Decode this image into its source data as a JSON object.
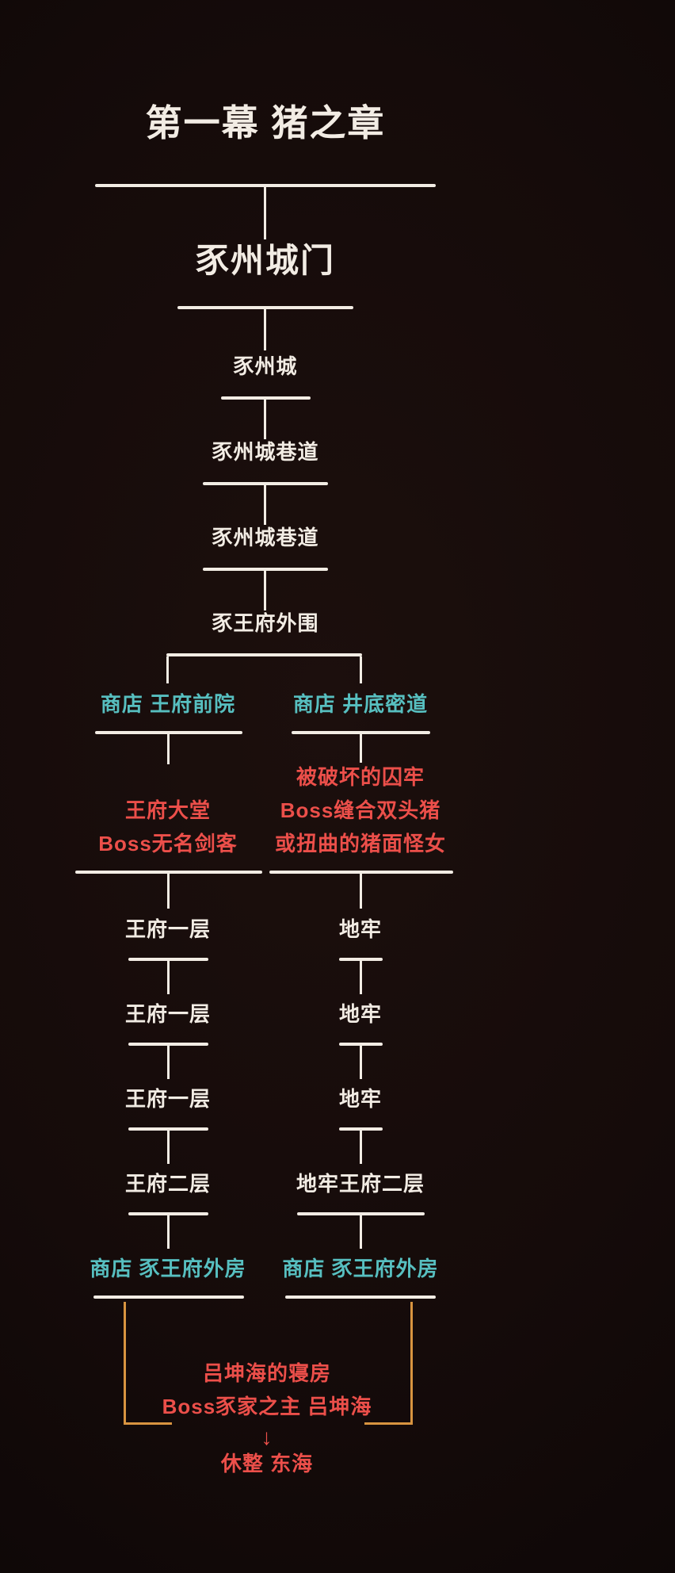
{
  "title": "第一幕 猪之章",
  "gate": "豕州城门",
  "chain": [
    "豕州城",
    "豕州城巷道",
    "豕州城巷道",
    "豕王府外围"
  ],
  "left": {
    "shop_top": "商店 王府前院",
    "boss_lines": [
      "王府大堂",
      "Boss无名剑客"
    ],
    "floors": [
      "王府一层",
      "王府一层",
      "王府一层",
      "王府二层"
    ],
    "shop_bottom": "商店 豕王府外房"
  },
  "right": {
    "shop_top": "商店 井底密道",
    "boss_lines": [
      "被破坏的囚牢",
      "Boss缝合双头猪",
      "或扭曲的猪面怪女"
    ],
    "floors": [
      "地牢",
      "地牢",
      "地牢",
      "地牢王府二层"
    ],
    "shop_bottom": "商店 豕王府外房"
  },
  "finale": {
    "lines": [
      "吕坤海的寝房",
      "Boss豕家之主 吕坤海"
    ],
    "arrow": "↓",
    "rest": "休整 东海"
  },
  "colors": {
    "background": "#130a09",
    "text": "#f2ece4",
    "shop": "#57bfc0",
    "boss": "#ec4f4a",
    "bracket": "#d89440"
  }
}
